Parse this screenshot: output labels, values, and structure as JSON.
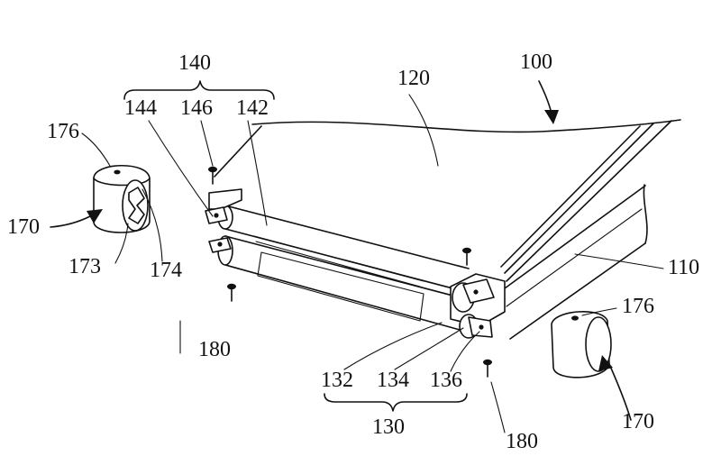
{
  "labels": {
    "assembly_100": "100",
    "panel_120": "120",
    "base_110": "110",
    "group_140": "140",
    "part_144": "144",
    "part_146": "146",
    "part_142": "142",
    "group_130": "130",
    "part_132": "132",
    "part_134": "134",
    "part_136": "136",
    "cap_left_170": "170",
    "cap_left_176": "176",
    "cap_left_173": "173",
    "cap_left_174": "174",
    "cap_right_170": "170",
    "cap_right_176": "176",
    "screw_left_180": "180",
    "screw_right_180": "180"
  }
}
